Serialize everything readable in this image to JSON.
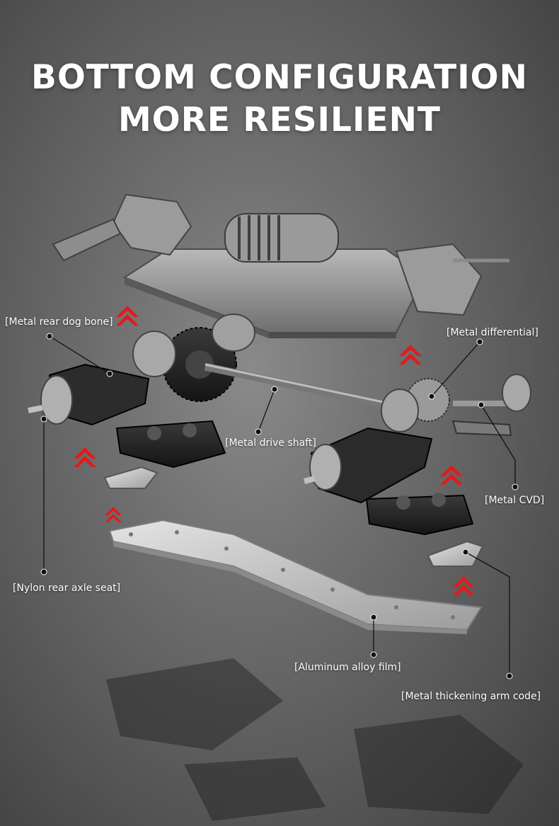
{
  "headline": {
    "line1": "BOTTOM CONFIGURATION",
    "line2": "MORE RESILIENT"
  },
  "labels": {
    "rear_dog_bone": "[Metal rear dog bone]",
    "differential": "[Metal differential]",
    "drive_shaft": "[Metal drive shaft]",
    "cvd": "[Metal CVD]",
    "rear_axle_seat": "[Nylon rear axle seat]",
    "alloy_film": "[Aluminum alloy film]",
    "arm_code": "[Metal thickening arm code]"
  },
  "colors": {
    "arrow": "#e11b1b",
    "text": "#ffffff",
    "leader": "#111111"
  },
  "icons": {
    "assembly_arrow": "double-chevron-up-icon"
  }
}
